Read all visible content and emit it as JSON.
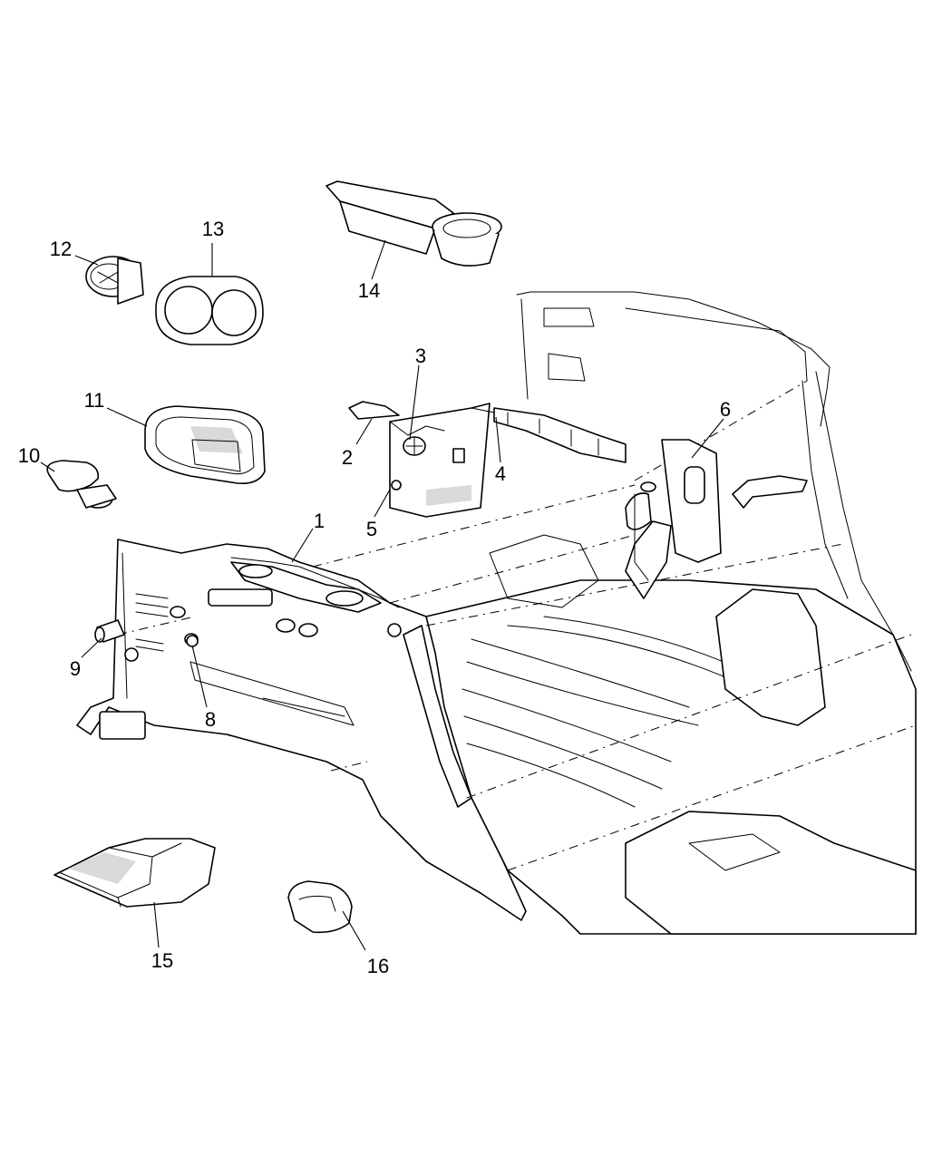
{
  "callouts": [
    {
      "id": "1",
      "label": "1"
    },
    {
      "id": "2",
      "label": "2"
    },
    {
      "id": "3",
      "label": "3"
    },
    {
      "id": "4",
      "label": "4"
    },
    {
      "id": "5",
      "label": "5"
    },
    {
      "id": "6",
      "label": "6"
    },
    {
      "id": "8",
      "label": "8"
    },
    {
      "id": "9",
      "label": "9"
    },
    {
      "id": "10",
      "label": "10"
    },
    {
      "id": "11",
      "label": "11"
    },
    {
      "id": "12",
      "label": "12"
    },
    {
      "id": "13",
      "label": "13"
    },
    {
      "id": "14",
      "label": "14"
    },
    {
      "id": "15",
      "label": "15"
    },
    {
      "id": "16",
      "label": "16"
    }
  ]
}
